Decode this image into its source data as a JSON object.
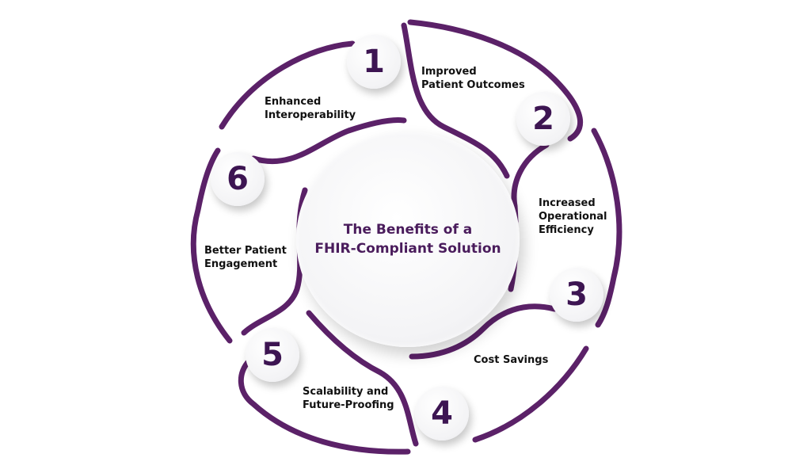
{
  "center": {
    "title_line1": "The Benefits of a",
    "title_line2": "FHIR-Compliant Solution"
  },
  "colors": {
    "ring": "#5b2168",
    "title": "#4a1c5c",
    "numbers": "#3d1552",
    "labels": "#111111"
  },
  "benefits": [
    {
      "number": "1",
      "line1": "Enhanced",
      "line2": "Interoperability"
    },
    {
      "number": "2",
      "line1": "Improved",
      "line2": "Patient Outcomes"
    },
    {
      "number": "3",
      "line1": "Increased",
      "line2": "Operational",
      "line3": "Efficiency"
    },
    {
      "number": "4",
      "line1": "Cost Savings"
    },
    {
      "number": "5",
      "line1": "Scalability and",
      "line2": "Future-Proofing"
    },
    {
      "number": "6",
      "line1": "Better Patient",
      "line2": "Engagement"
    }
  ]
}
